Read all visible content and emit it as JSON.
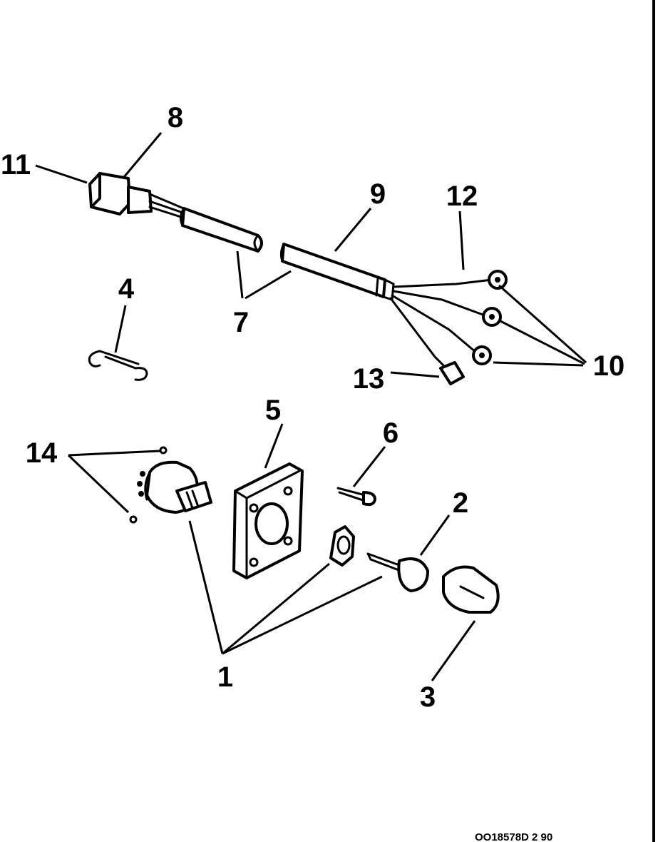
{
  "callouts": [
    {
      "id": "1",
      "text": "1"
    },
    {
      "id": "2",
      "text": "2"
    },
    {
      "id": "3",
      "text": "3"
    },
    {
      "id": "4",
      "text": "4"
    },
    {
      "id": "5",
      "text": "5"
    },
    {
      "id": "6",
      "text": "6"
    },
    {
      "id": "7",
      "text": "7"
    },
    {
      "id": "8",
      "text": "8"
    },
    {
      "id": "9",
      "text": "9"
    },
    {
      "id": "10",
      "text": "10"
    },
    {
      "id": "11",
      "text": "11"
    },
    {
      "id": "12",
      "text": "12"
    },
    {
      "id": "13",
      "text": "13"
    },
    {
      "id": "14",
      "text": "14"
    }
  ],
  "footer_code": "OO18578D 2 90"
}
